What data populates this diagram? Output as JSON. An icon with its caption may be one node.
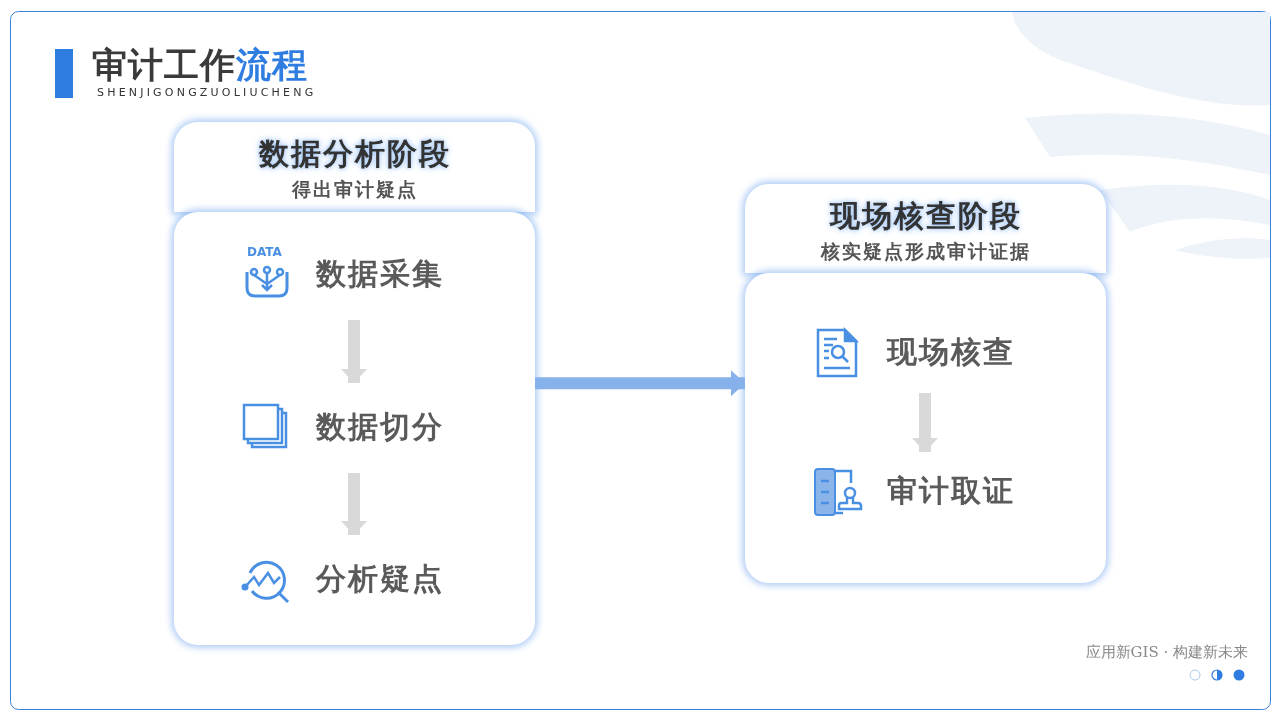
{
  "diagram": {
    "title": "审计工作**流程**",
    "nodes": [
      {
        "text": [
          "数据分析阶段",
          "得出审计疑点"
        ]
      },
      {
        "text": [],
        "shape": "box"
      },
      {
        "text": [
          "数据采集"
        ],
        "in": 1
      },
      {
        "text": [
          "数据切分"
        ],
        "in": 1
      },
      {
        "text": [
          "分析疑点"
        ],
        "in": 1
      },
      {
        "text": [
          "现场核查阶段",
          "核实疑点形成审计证据"
        ]
      },
      {
        "text": [],
        "shape": "box"
      },
      {
        "text": [
          "现场核查"
        ],
        "in": 6
      },
      {
        "text": [
          "审计取证"
        ],
        "in": 6
      }
    ],
    "edges": [
      {
        "from": 2,
        "to": 3,
        "arrow": "to"
      },
      {
        "from": 3,
        "to": 4,
        "arrow": "to"
      },
      {
        "from": 1,
        "to": 6,
        "arrow": "to",
        "color": "#86b1ea"
      },
      {
        "from": 7,
        "to": 8,
        "arrow": "to"
      }
    ],
    "labels": [
      "SHENJIGONGZUOLIUCHENG",
      "DATA",
      "应用新GIS · 构建新未来"
    ]
  }
}
